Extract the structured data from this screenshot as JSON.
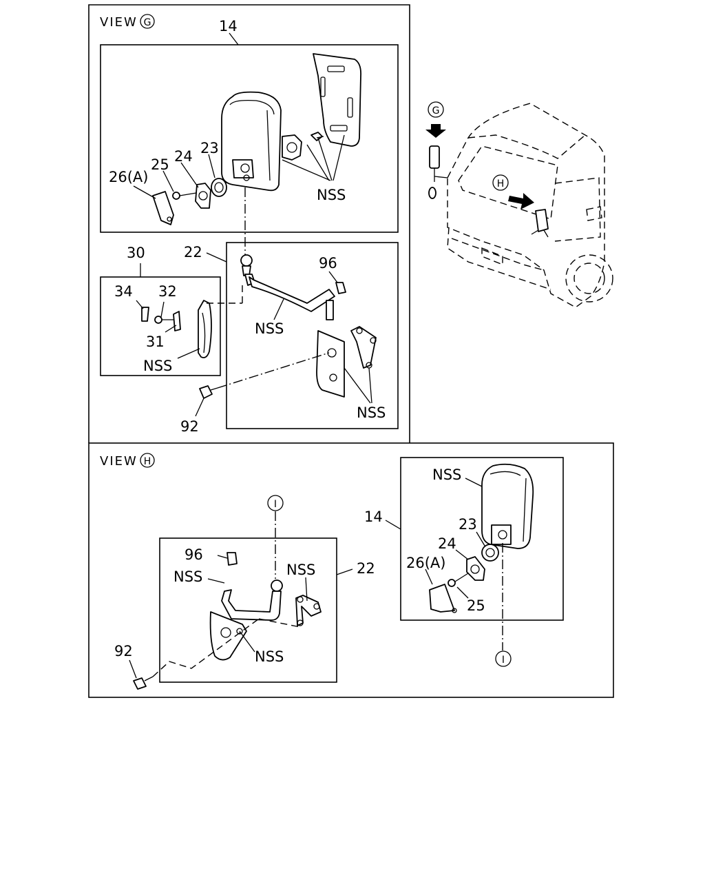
{
  "view_g": {
    "title_prefix": "VIEW",
    "title_symbol": "G",
    "labels": {
      "l14": "14",
      "l23": "23",
      "l24": "24",
      "l25": "25",
      "l26": "26(A)",
      "nss_mirror": "NSS",
      "l22": "22",
      "l96": "96",
      "nss_arm": "NSS",
      "nss_bracket": "NSS",
      "l30": "30",
      "l34": "34",
      "l32": "32",
      "l31": "31",
      "nss_clamp": "NSS",
      "l92": "92"
    }
  },
  "truck_view": {
    "marker_g": "G",
    "marker_h": "H"
  },
  "view_h": {
    "title_prefix": "VIEW",
    "title_symbol": "H",
    "labels": {
      "nss_mirror": "NSS",
      "l14": "14",
      "l23": "23",
      "l24": "24",
      "l26": "26(A)",
      "l25": "25",
      "l96": "96",
      "nss_arm": "NSS",
      "nss_link": "NSS",
      "l22": "22",
      "nss_bracket": "NSS",
      "l92": "92"
    },
    "ref_marker_top": "I",
    "ref_marker_bottom": "I"
  }
}
